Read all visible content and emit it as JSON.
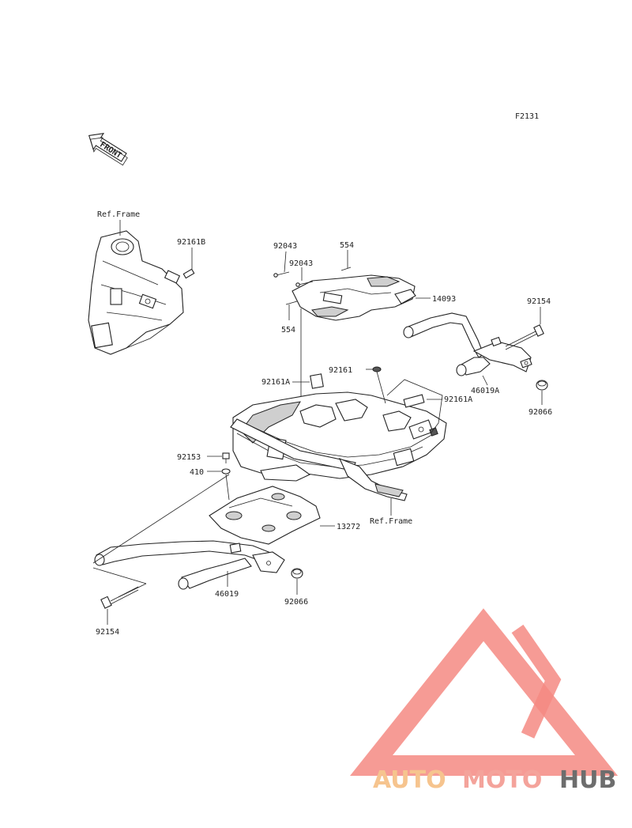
{
  "figure_code": "F2131",
  "front_arrow": {
    "text": "FRONT",
    "icon": "front-arrow-icon"
  },
  "labels": {
    "ref_frame_top": "Ref.Frame",
    "ref_frame_bottom": "Ref.Frame",
    "p92161B": "92161B",
    "p92043_a": "92043",
    "p92043_b": "92043",
    "p554_top": "554",
    "p554_bottom": "554",
    "p14093": "14093",
    "p92154_right": "92154",
    "p92161": "92161",
    "p92161A_left": "92161A",
    "p92161A_right": "92161A",
    "p46019A": "46019A",
    "p92066_right": "92066",
    "p92153": "92153",
    "p410": "410",
    "p13272": "13272",
    "p46019": "46019",
    "p92066_bottom": "92066",
    "p92154_bottom": "92154"
  },
  "watermark": {
    "part1": "AUTO",
    "part2": "MOTO",
    "part3": "HUB",
    "colors": {
      "part1": "#f6c48e",
      "part2": "#f4a39b",
      "part3": "#6d6d6d",
      "triangle": "#f48a82"
    }
  }
}
